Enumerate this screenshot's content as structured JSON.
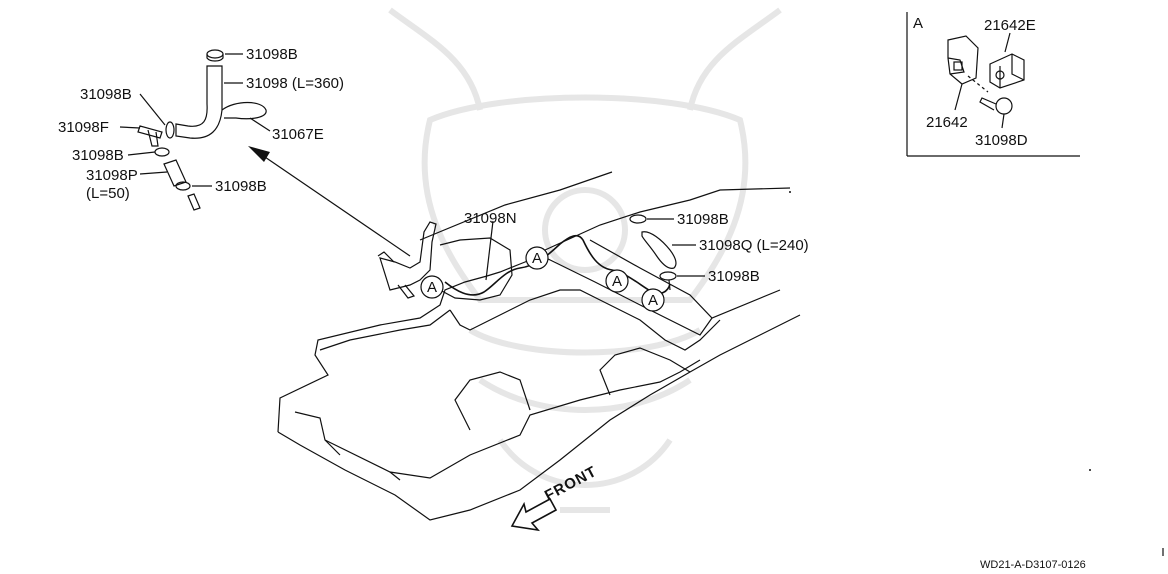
{
  "parts": {
    "p31098B_top": "31098B",
    "p31098_hose": "31098 (L=360)",
    "p31098B_left": "31098B",
    "p31098F": "31098F",
    "p31067E": "31067E",
    "p31098B_mid": "31098B",
    "p31098P": "31098P",
    "p31098P_len": "(L=50)",
    "p31098B_low": "31098B",
    "p31098N": "31098N",
    "p31098B_right_top": "31098B",
    "p31098Q": "31098Q (L=240)",
    "p31098B_right_low": "31098B"
  },
  "detail_a": {
    "title": "A",
    "p21642E": "21642E",
    "p21642": "21642",
    "p31098D": "31098D"
  },
  "clip_marker": "A",
  "direction_label": "FRONT",
  "drawing_code": "WD21-A-D3107-0126",
  "colors": {
    "line": "#111111",
    "watermark": "#e6e6e6",
    "background": "#ffffff"
  }
}
